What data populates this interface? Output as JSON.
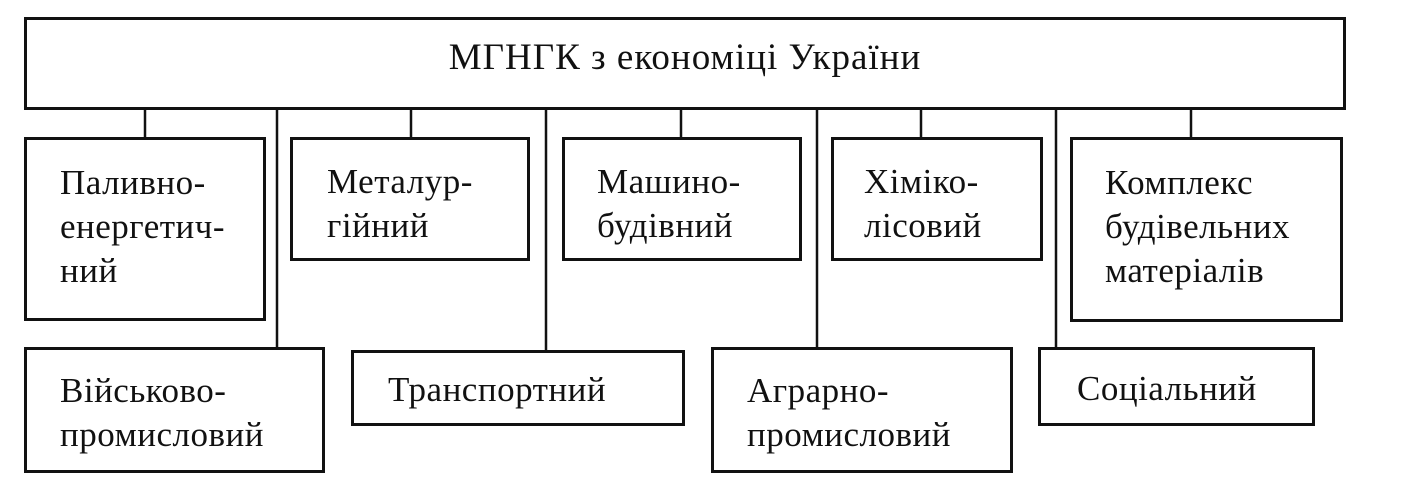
{
  "diagram": {
    "title": "МГНГК з економіці України",
    "boxes": {
      "fuel_energy": "Паливно-\nенергетич-\nний",
      "metallurgical": "Металур-\nгійний",
      "machine_building": "Машино-\nбудівний",
      "chemical_forest": "Хіміко-\nлісовий",
      "building_materials": "Комплекс\nбудівельних\nматеріалів",
      "military_industrial": "Військово-\nпромисловий",
      "transport": "Транспортний",
      "agro_industrial": "Аграрно-\nпромисловий",
      "social": "Соціальний"
    }
  }
}
